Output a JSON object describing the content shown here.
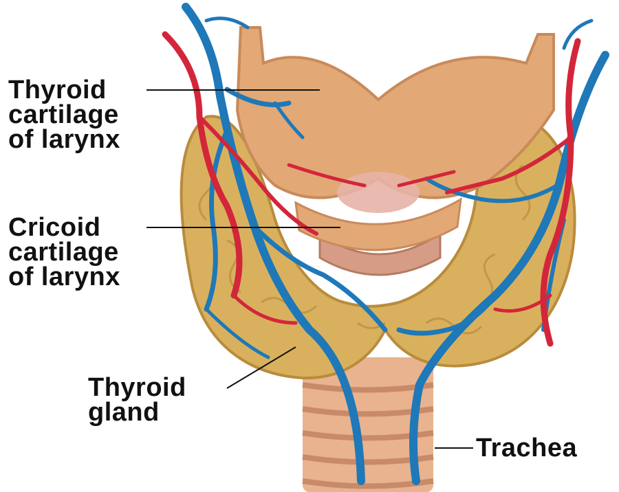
{
  "labels": {
    "thyroid_cartilage": {
      "line1": "Thyroid",
      "line2": "cartilage",
      "line3": "of larynx"
    },
    "cricoid_cartilage": {
      "line1": "Cricoid",
      "line2": "cartilage",
      "line3": "of larynx"
    },
    "thyroid_gland": {
      "line1": "Thyroid",
      "line2": "gland"
    },
    "trachea": "Trachea"
  },
  "colors": {
    "cartilage": "#e2a876",
    "cartilage_shade": "#c98a5a",
    "gland": "#d9b15e",
    "gland_shade": "#b98b3c",
    "vein": "#1f78b8",
    "artery": "#d3263a",
    "trachea": "#e8b38e",
    "trachea_ring": "#c98a6a",
    "leader_line": "#111111"
  }
}
